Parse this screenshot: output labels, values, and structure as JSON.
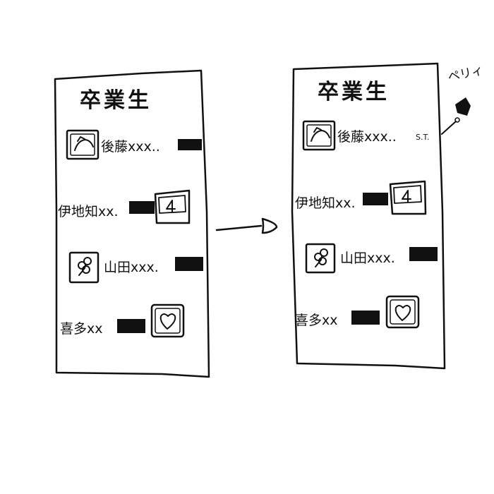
{
  "before": {
    "title": "卒業生",
    "rows": [
      {
        "name": "後藤xxx..",
        "icon": "sketch-face-icon"
      },
      {
        "name": "伊地知xx.",
        "icon": "sketch-flag-icon"
      },
      {
        "name": "山田xxx.",
        "icon": "sketch-flower-icon"
      },
      {
        "name": "喜多xx",
        "icon": "sketch-heart-icon"
      }
    ]
  },
  "after": {
    "title": "卒業生",
    "rows": [
      {
        "name": "後藤xxx..",
        "suffix": "S.T.",
        "icon": "sketch-face-icon"
      },
      {
        "name": "伊地知xx.",
        "icon": "sketch-flag-icon"
      },
      {
        "name": "山田xxx.",
        "icon": "sketch-flower-icon"
      },
      {
        "name": "喜多xx",
        "icon": "sketch-heart-icon"
      }
    ]
  },
  "annotation": {
    "text": "ペリィ"
  },
  "colors": {
    "ink": "#111111",
    "paper": "#ffffff"
  }
}
